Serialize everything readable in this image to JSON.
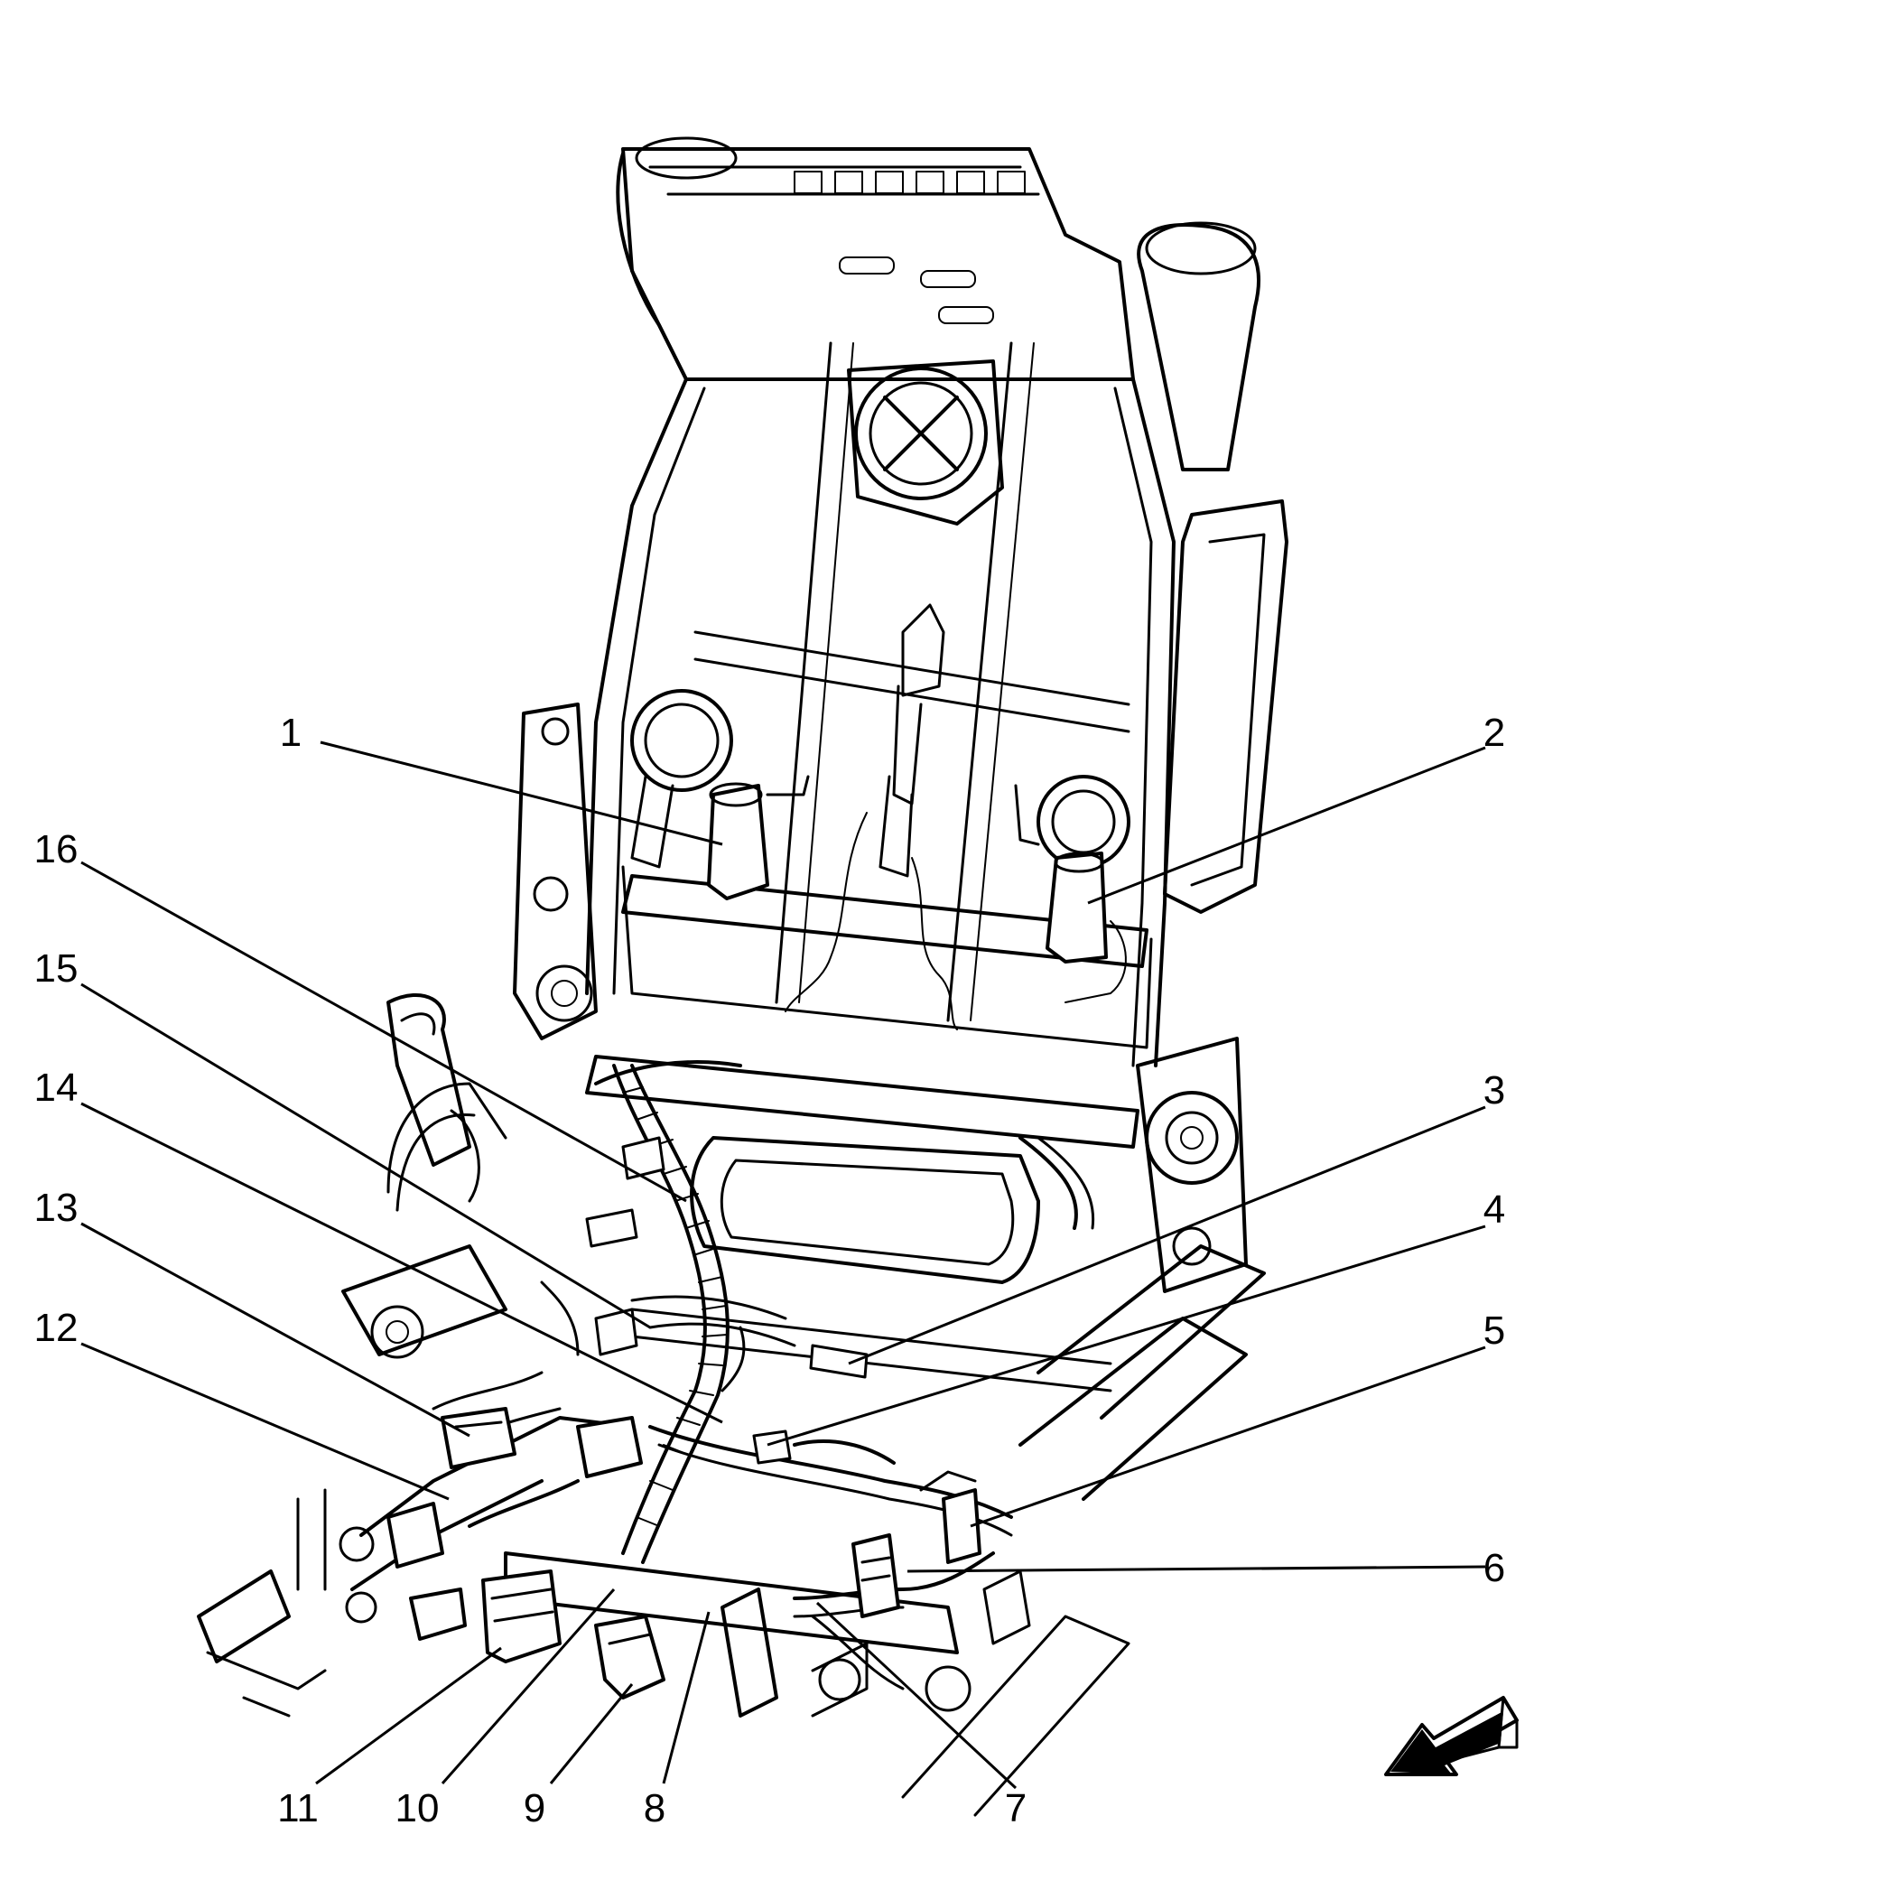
{
  "callouts": [
    {
      "id": 1,
      "label": "1"
    },
    {
      "id": 2,
      "label": "2"
    },
    {
      "id": 3,
      "label": "3"
    },
    {
      "id": 4,
      "label": "4"
    },
    {
      "id": 5,
      "label": "5"
    },
    {
      "id": 6,
      "label": "6"
    },
    {
      "id": 7,
      "label": "7"
    },
    {
      "id": 8,
      "label": "8"
    },
    {
      "id": 9,
      "label": "9"
    },
    {
      "id": 10,
      "label": "10"
    },
    {
      "id": 11,
      "label": "11"
    },
    {
      "id": 12,
      "label": "12"
    },
    {
      "id": 13,
      "label": "13"
    },
    {
      "id": 14,
      "label": "14"
    },
    {
      "id": 15,
      "label": "15"
    },
    {
      "id": 16,
      "label": "16"
    }
  ],
  "orientation_arrow": {
    "icon": "front-direction-arrow-icon"
  }
}
